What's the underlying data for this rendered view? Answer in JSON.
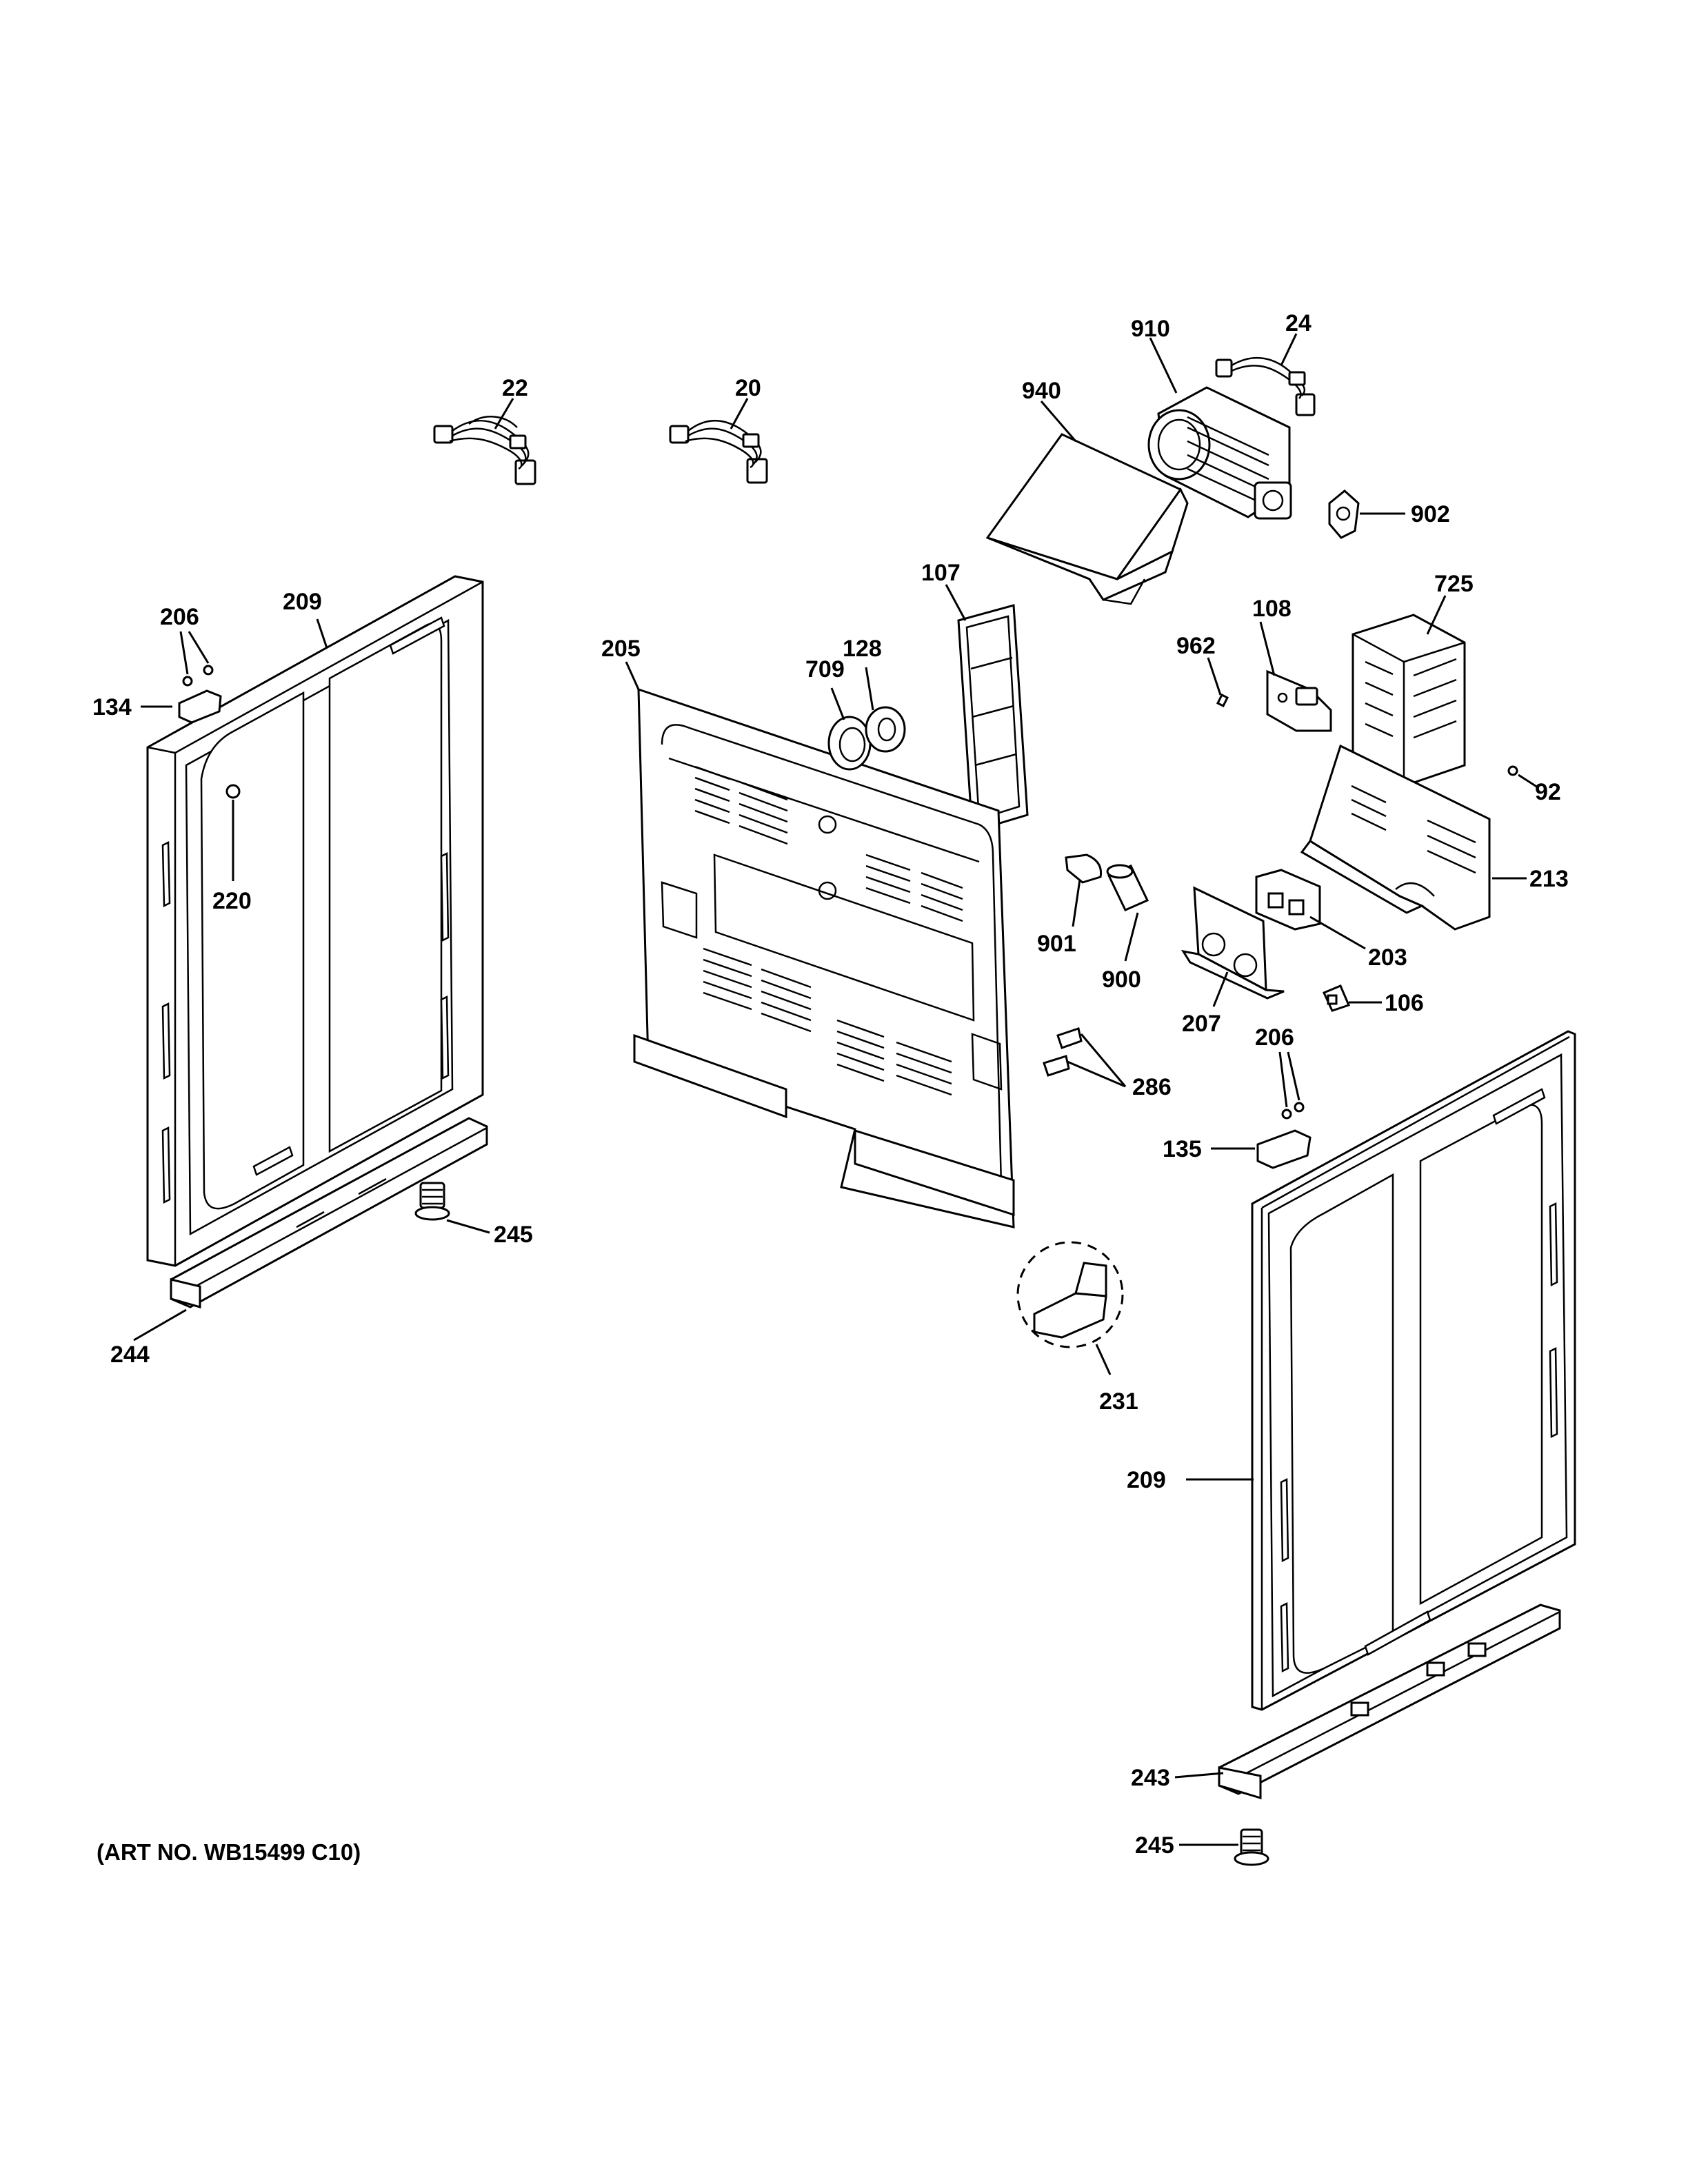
{
  "callouts": {
    "c22": "22",
    "c20": "20",
    "c940": "940",
    "c910": "910",
    "c24": "24",
    "c902": "902",
    "c107": "107",
    "c206a": "206",
    "c209a": "209",
    "c134": "134",
    "c205": "205",
    "c709": "709",
    "c128": "128",
    "c108": "108",
    "c962": "962",
    "c725": "725",
    "c92": "92",
    "c220": "220",
    "c213": "213",
    "c901": "901",
    "c900": "900",
    "c203": "203",
    "c207": "207",
    "c106": "106",
    "c286": "286",
    "c206b": "206",
    "c135": "135",
    "c245a": "245",
    "c244": "244",
    "c231": "231",
    "c209b": "209",
    "c243": "243",
    "c245b": "245"
  },
  "art_number": "(ART NO. WB15499 C10)"
}
